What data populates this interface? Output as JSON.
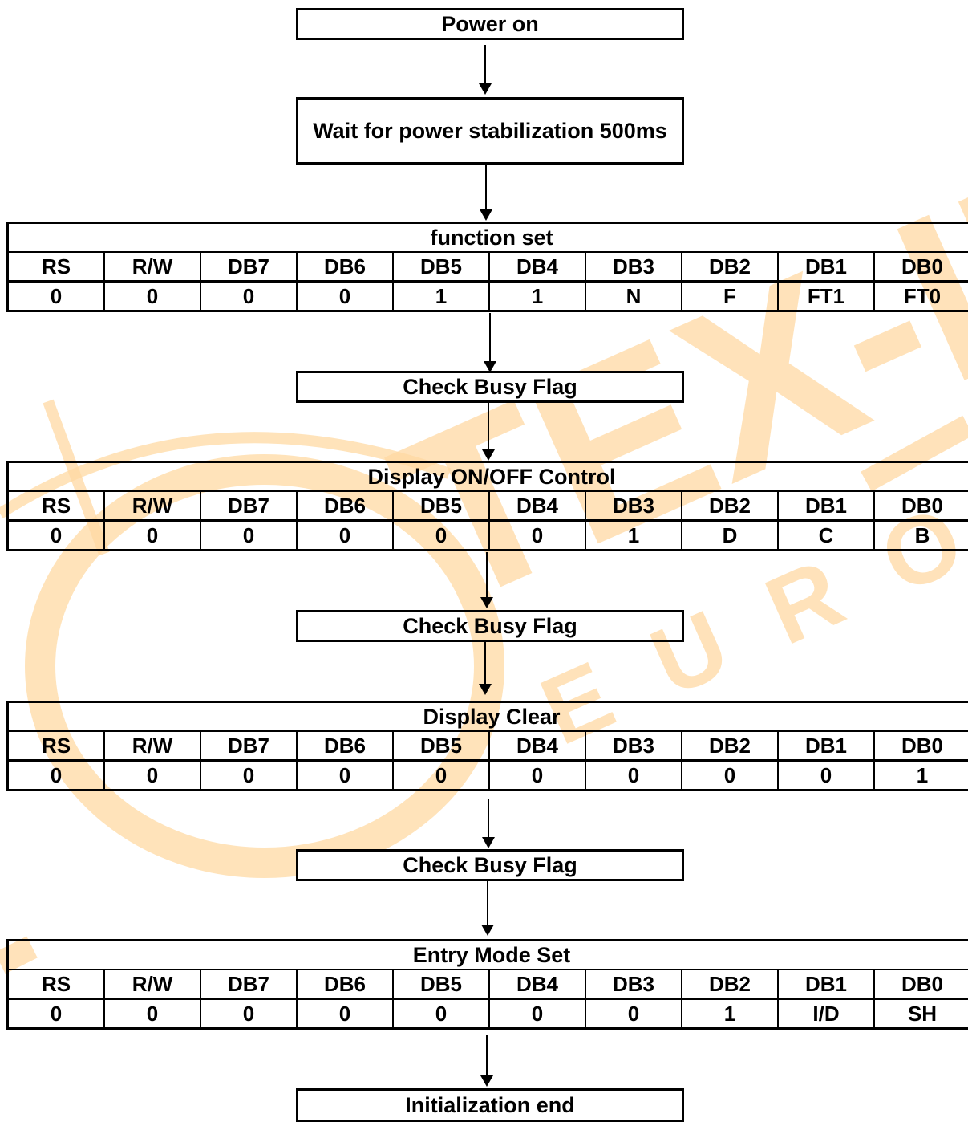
{
  "steps": {
    "power_on": "Power on",
    "wait": "Wait for power stabilization 500ms",
    "busy1": "Check Busy Flag",
    "busy2": "Check Busy Flag",
    "busy3": "Check Busy Flag",
    "end": "Initialization end"
  },
  "header": [
    "RS",
    "R/W",
    "DB7",
    "DB6",
    "DB5",
    "DB4",
    "DB3",
    "DB2",
    "DB1",
    "DB0"
  ],
  "commands": [
    {
      "title": "function set",
      "values": [
        "0",
        "0",
        "0",
        "0",
        "1",
        "1",
        "N",
        "F",
        "FT1",
        "FT0"
      ]
    },
    {
      "title": "Display ON/OFF Control",
      "values": [
        "0",
        "0",
        "0",
        "0",
        "0",
        "0",
        "1",
        "D",
        "C",
        "B"
      ]
    },
    {
      "title": "Display Clear",
      "values": [
        "0",
        "0",
        "0",
        "0",
        "0",
        "0",
        "0",
        "0",
        "0",
        "1"
      ]
    },
    {
      "title": "Entry Mode Set",
      "values": [
        "0",
        "0",
        "0",
        "0",
        "0",
        "0",
        "0",
        "1",
        "I/D",
        "SH"
      ]
    }
  ],
  "watermark": {
    "main": "TEX-IM",
    "sub": "EUROP",
    "color": "#ffd9a3"
  }
}
